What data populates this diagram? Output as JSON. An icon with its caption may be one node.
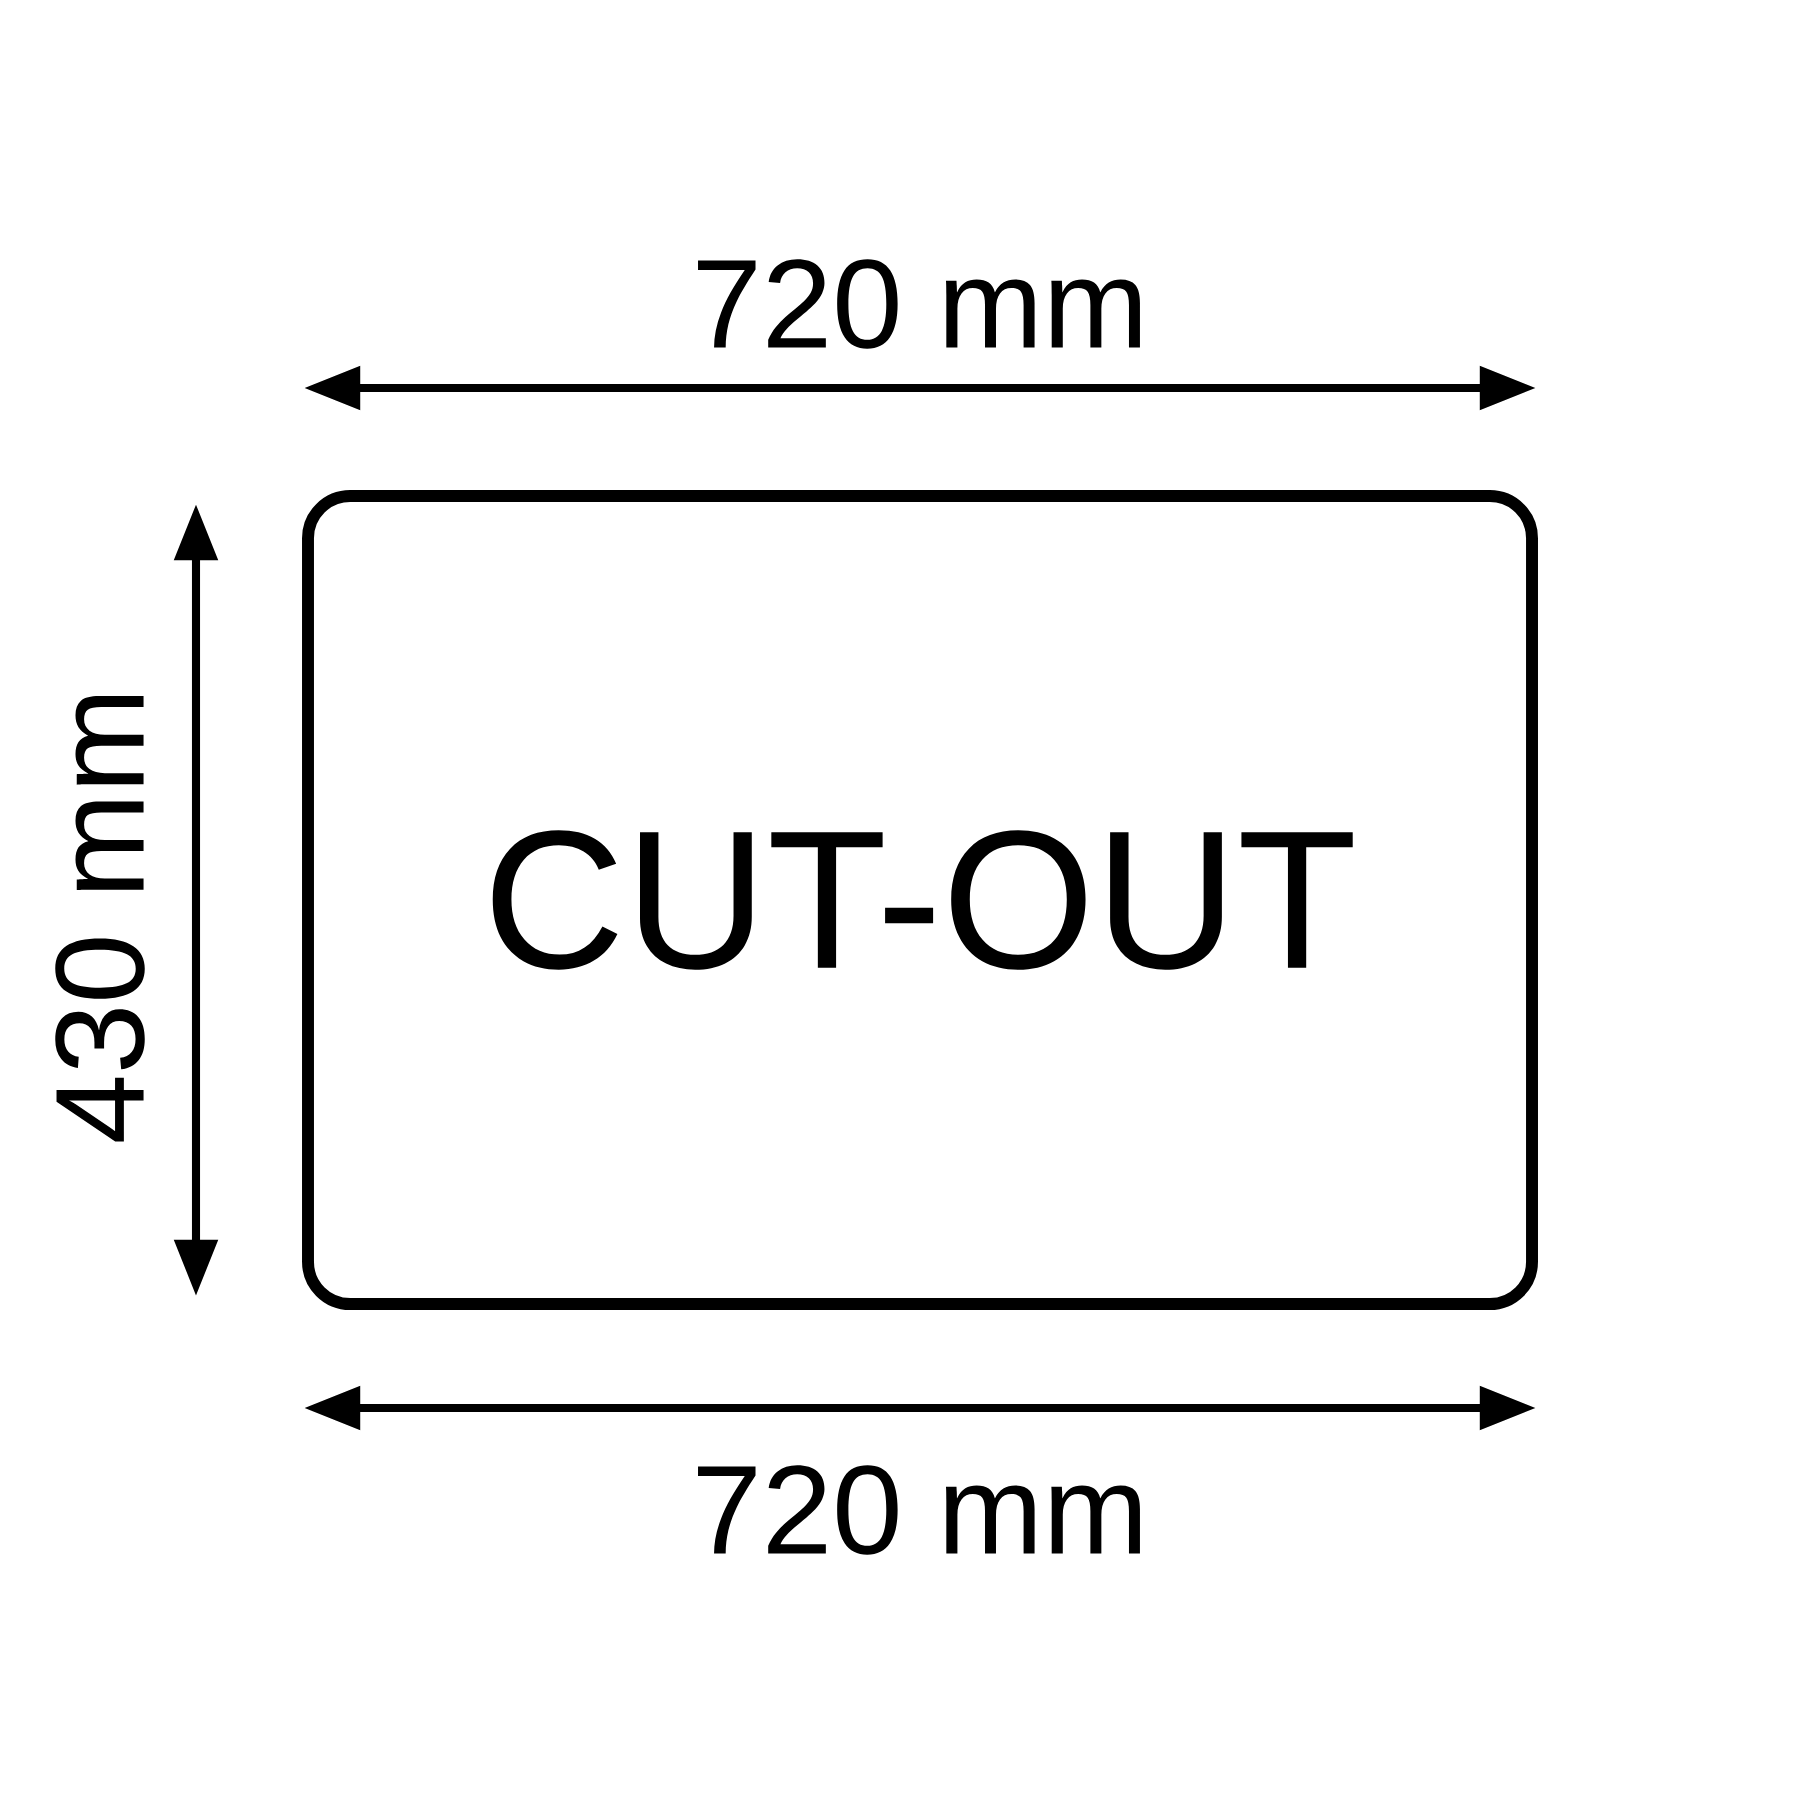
{
  "diagram": {
    "nodes": [
      {
        "text": [
          "CUT-OUT"
        ]
      }
    ],
    "edges": [],
    "labels": [
      "720 mm",
      "430 mm",
      "720 mm"
    ]
  }
}
